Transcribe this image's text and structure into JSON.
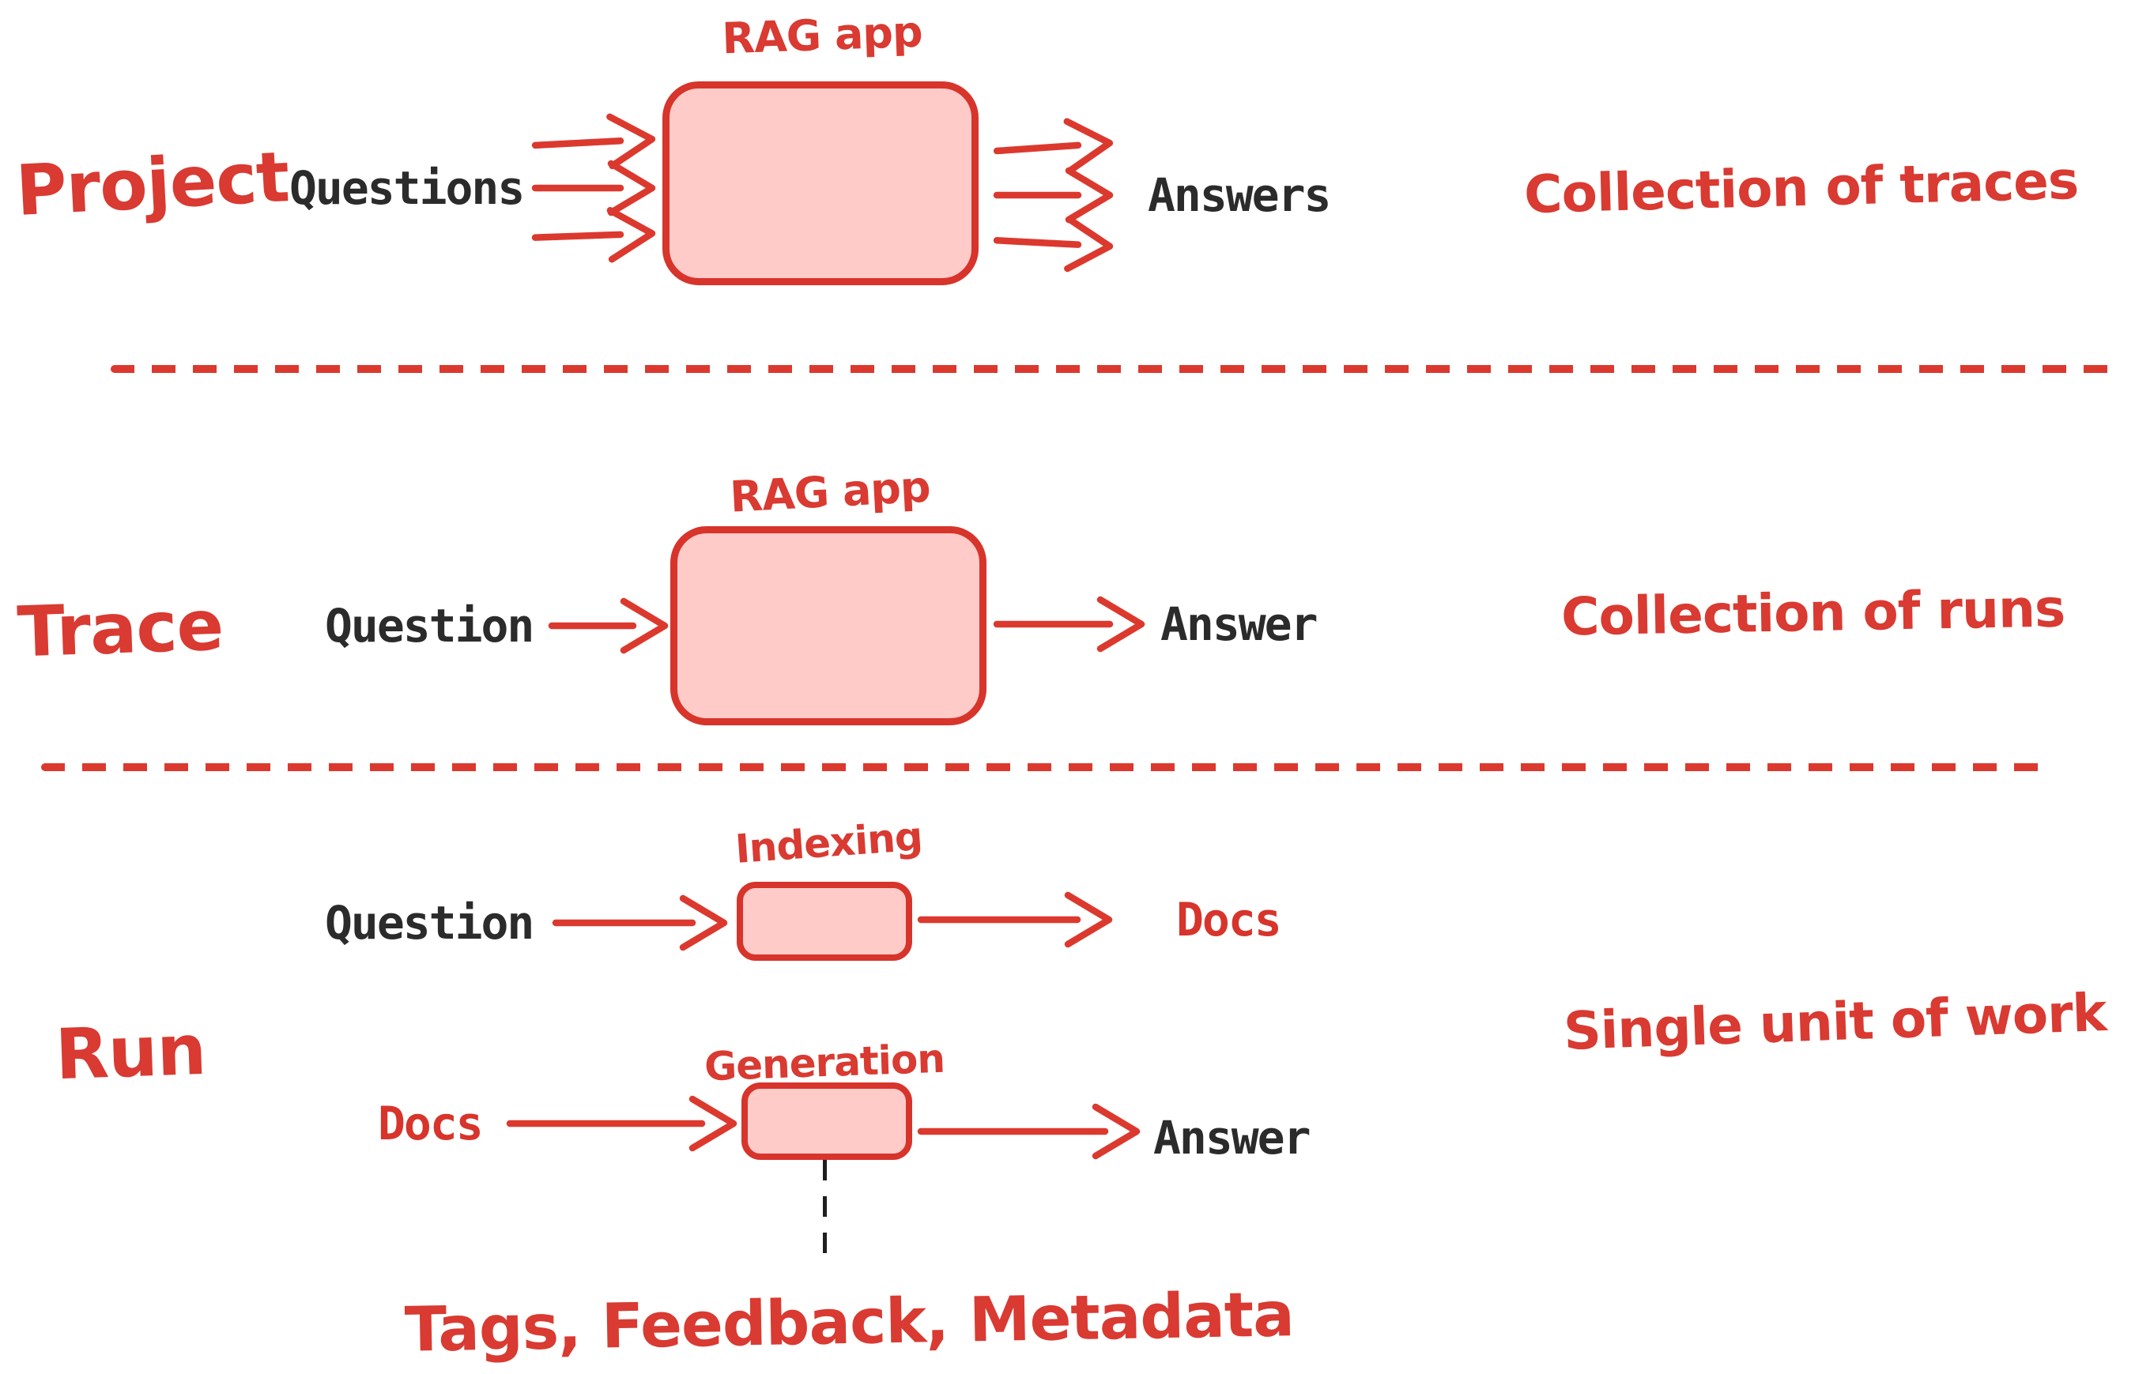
{
  "colors": {
    "accent_red": "#DC392E",
    "red_text": "#D93A31",
    "box_fill": "#FFCBC8",
    "box_border": "#D7342B",
    "text_dark": "#2B2B2B",
    "background": "#ffffff"
  },
  "sections": {
    "project": {
      "row_label": "Project",
      "box_title": "RAG app",
      "input_label": "Questions",
      "output_label": "Answers",
      "note": "Collection of traces"
    },
    "trace": {
      "row_label": "Trace",
      "box_title": "RAG app",
      "input_label": "Question",
      "output_label": "Answer",
      "note": "Collection of runs"
    },
    "run": {
      "row_label": "Run",
      "note": "Single unit of work",
      "indexing": {
        "box_title": "Indexing",
        "input_label": "Question",
        "output_label": "Docs"
      },
      "generation": {
        "box_title": "Generation",
        "input_label": "Docs",
        "output_label": "Answer"
      },
      "annotation": "Tags, Feedback, Metadata"
    }
  }
}
